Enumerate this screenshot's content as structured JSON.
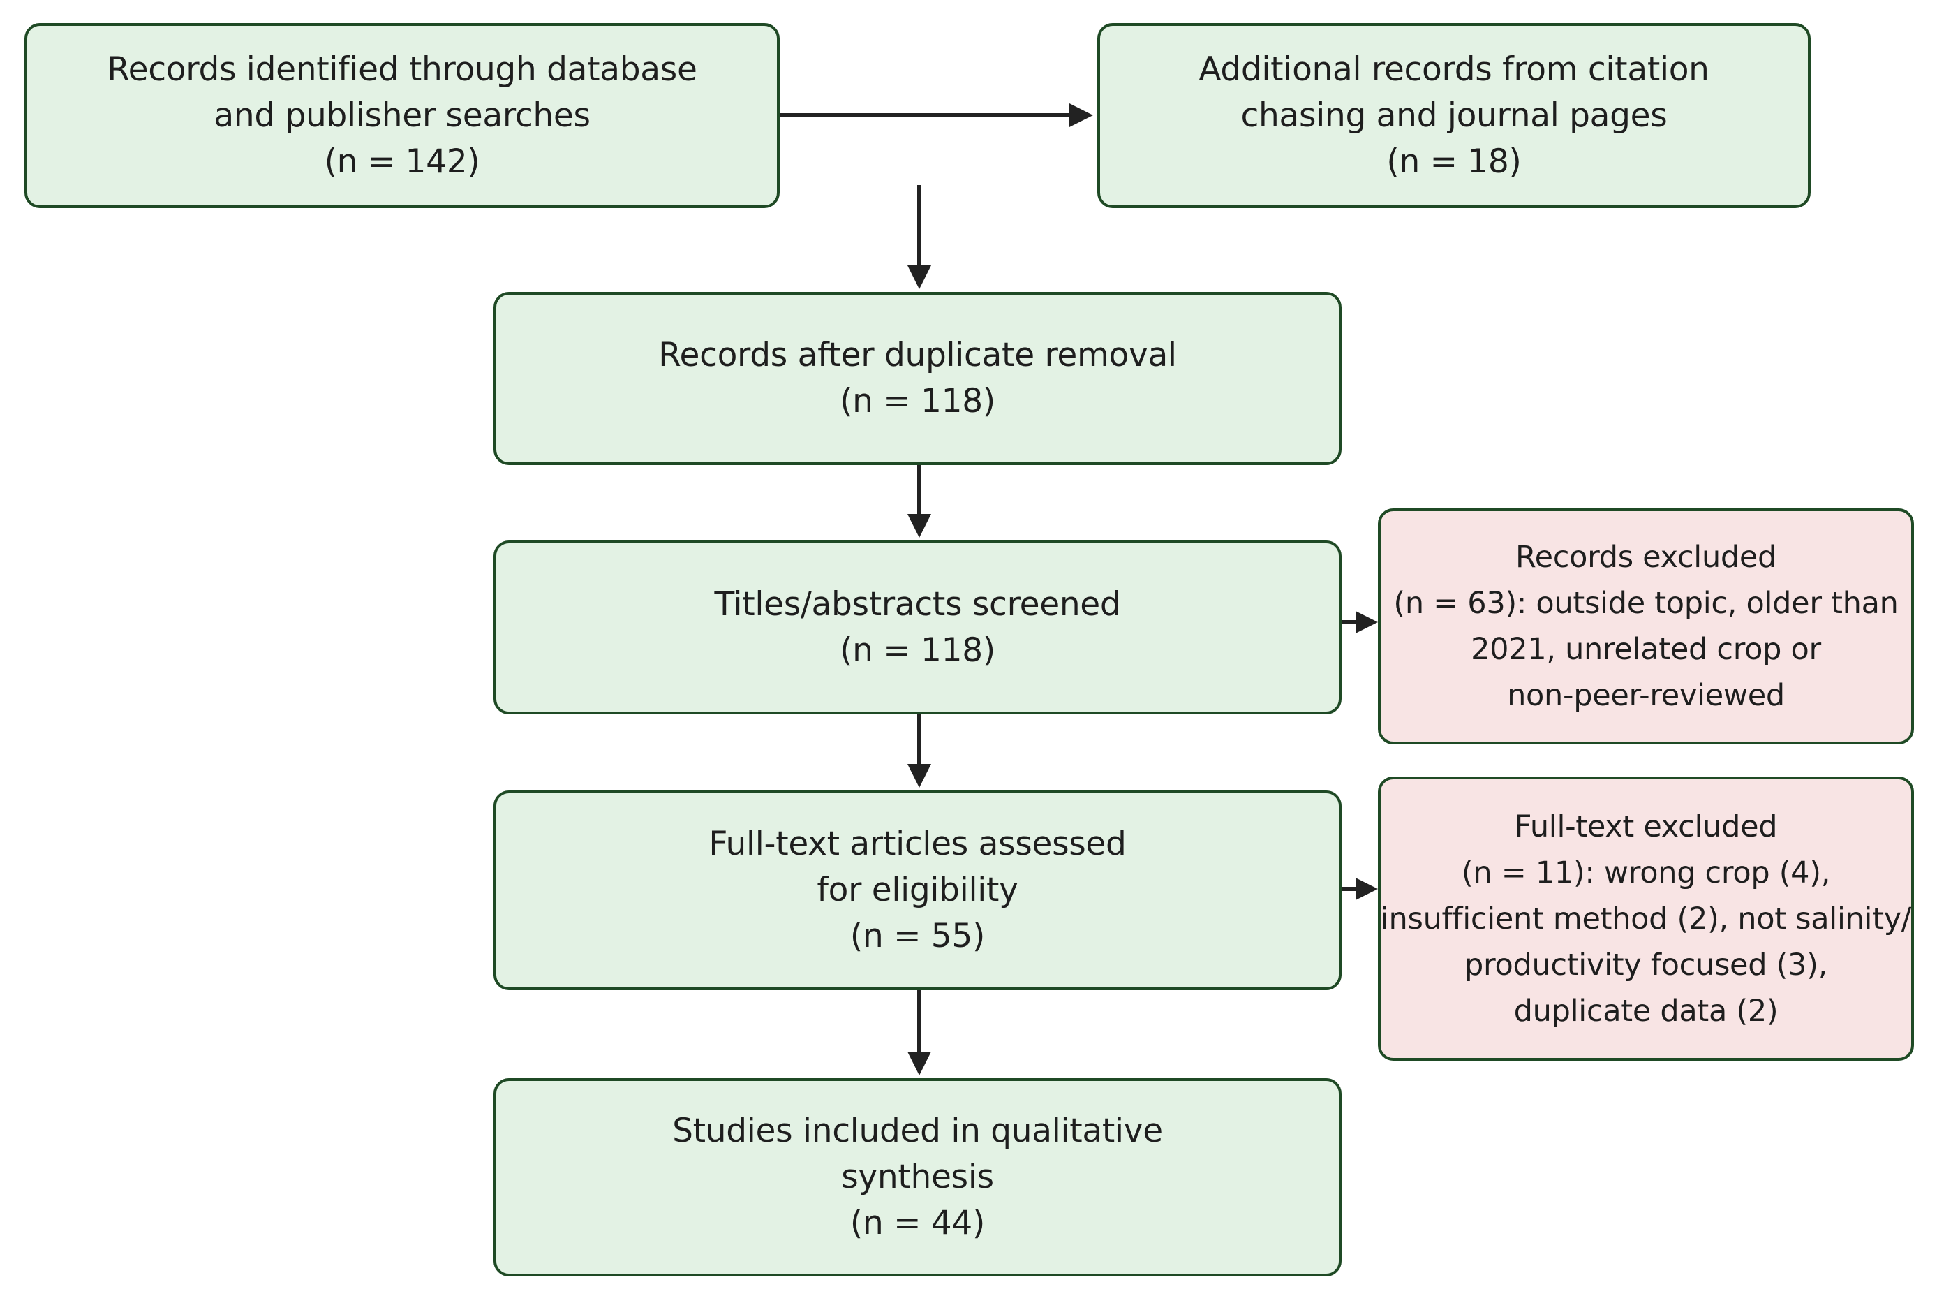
{
  "boxes": {
    "identified": {
      "lines": [
        "Records identified through database",
        "and publisher searches",
        "(n = 142)"
      ]
    },
    "additional": {
      "lines": [
        "Additional records from citation",
        "chasing and journal pages",
        "(n = 18)"
      ]
    },
    "after_duplicates": {
      "lines": [
        "Records after duplicate removal",
        "(n = 118)"
      ]
    },
    "screened": {
      "lines": [
        "Titles/abstracts screened",
        "(n = 118)"
      ]
    },
    "records_excluded": {
      "lines": [
        "Records excluded",
        "(n = 63): outside topic, older than",
        "2021, unrelated crop or",
        "non-peer-reviewed"
      ]
    },
    "fulltext_assessed": {
      "lines": [
        "Full-text articles assessed",
        "for eligibility",
        "(n = 55)"
      ]
    },
    "fulltext_excluded": {
      "lines": [
        "Full-text excluded",
        "(n = 11): wrong crop (4),",
        "insufficient method (2), not salinity/",
        "productivity focused (3),",
        "duplicate data (2)"
      ]
    },
    "included": {
      "lines": [
        "Studies included in qualitative",
        "synthesis",
        "(n = 44)"
      ]
    }
  },
  "colors": {
    "stage_fill": "#e3f2e4",
    "excluded_fill": "#f8e4e4",
    "border": "#1f4a25",
    "arrow": "#222222"
  }
}
